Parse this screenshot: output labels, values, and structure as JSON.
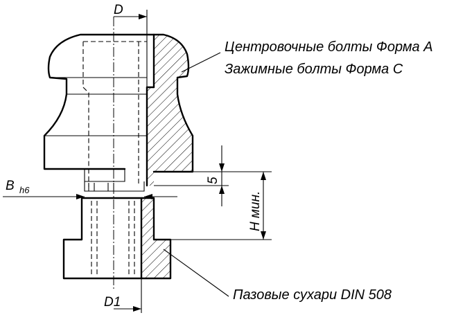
{
  "labels": {
    "bolt_form_a": "Центровочные болты Форма A",
    "bolt_form_c": "Зажимные болты Форма C",
    "slot_nuts": "Пазовые сухари DIN 508"
  },
  "dimensions": {
    "d": "D",
    "d1": "D1",
    "b": "B",
    "b_tolerance": "h6",
    "step": "5",
    "h_min": "H мин."
  }
}
